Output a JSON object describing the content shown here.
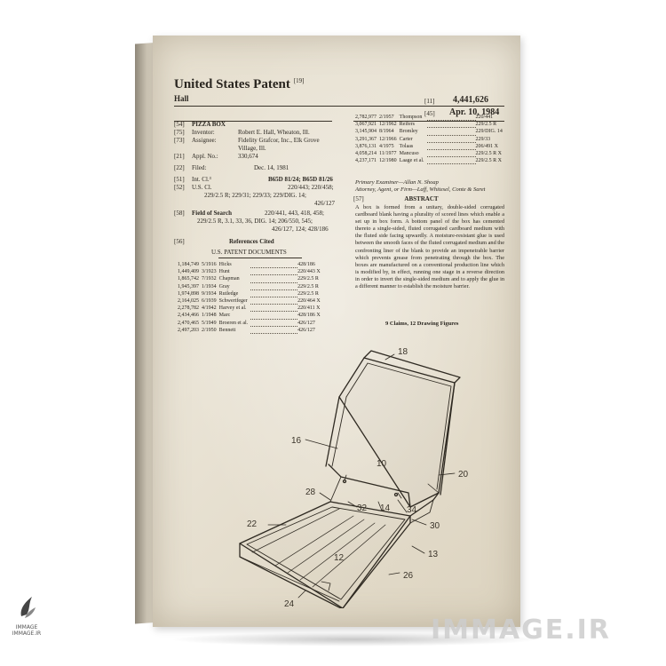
{
  "patent": {
    "title": "United States Patent",
    "title_code": "[19]",
    "inventor_surname": "Hall",
    "number_code": "[11]",
    "number": "4,441,626",
    "date_code": "[45]",
    "date": "Apr. 10, 1984",
    "fields": [
      {
        "code": "[54]",
        "label": "",
        "value": "PIZZA BOX"
      },
      {
        "code": "[75]",
        "label": "Inventor:",
        "value": "Robert E. Hall, Wheaton, Ill."
      },
      {
        "code": "[73]",
        "label": "Assignee:",
        "value": "Fidelity Grafcor, Inc., Elk Grove Village, Ill."
      },
      {
        "code": "[21]",
        "label": "Appl. No.:",
        "value": "330,674"
      },
      {
        "code": "[22]",
        "label": "Filed:",
        "value": "Dec. 14, 1981"
      }
    ],
    "int_cl_code": "[51]",
    "int_cl_label": "Int. Cl.³",
    "int_cl_value": "B65D 81/24; B65D 81/26",
    "us_cl_code": "[52]",
    "us_cl_label": "U.S. Cl.",
    "us_cl_value_1": "220/443; 220/458;",
    "us_cl_value_2": "229/2.5 R; 229/31; 229/33; 229/DIG. 14;",
    "us_cl_value_3": "426/127",
    "search_code": "[58]",
    "search_label": "Field of Search",
    "search_value_1": "220/441, 443, 418, 458;",
    "search_value_2": "229/2.5 R, 3.1, 33, 36, DIG. 14; 206/550, 545;",
    "search_value_3": "426/127, 124; 428/186",
    "refs_code": "[56]",
    "refs_title": "References Cited",
    "refs_sub": "U.S. PATENT DOCUMENTS",
    "refs_left": [
      [
        "1,184,749",
        "5/1916",
        "Hicks",
        "428/186"
      ],
      [
        "1,449,409",
        "3/1923",
        "Hunt",
        "220/443 X"
      ],
      [
        "1,865,742",
        "7/1932",
        "Chapman",
        "229/2.5 R"
      ],
      [
        "1,945,397",
        "1/1934",
        "Gray",
        "229/2.5 R"
      ],
      [
        "1,974,898",
        "9/1934",
        "Rutledge",
        "229/2.5 R"
      ],
      [
        "2,164,025",
        "6/1939",
        "Schwertfeger",
        "220/464 X"
      ],
      [
        "2,278,782",
        "4/1942",
        "Harvey et al.",
        "220/411 X"
      ],
      [
        "2,434,466",
        "1/1948",
        "Marc",
        "428/186 X"
      ],
      [
        "2,470,465",
        "5/1949",
        "Broeren et al.",
        "426/127"
      ],
      [
        "2,497,203",
        "2/1950",
        "Bennett",
        "426/127"
      ]
    ],
    "refs_right": [
      [
        "2,782,977",
        "2/1957",
        "Thompson",
        "220/441"
      ],
      [
        "3,067,921",
        "12/1962",
        "Reifers",
        "229/2.5 R"
      ],
      [
        "3,145,904",
        "8/1964",
        "Bromley",
        "229/DIG. 14"
      ],
      [
        "3,291,367",
        "12/1966",
        "Carter",
        "229/33"
      ],
      [
        "3,876,131",
        "4/1975",
        "Tolaas",
        "206/491 X"
      ],
      [
        "4,058,214",
        "11/1977",
        "Mancuso",
        "229/2.5 R X"
      ],
      [
        "4,237,171",
        "12/1980",
        "Laage et al.",
        "229/2.5 R X"
      ]
    ],
    "examiner": "Primary Examiner—Allan N. Shoap",
    "attorney": "Attorney, Agent, or Firm—Laff, Whitesel, Conte & Saret",
    "abstract_code": "[57]",
    "abstract_title": "ABSTRACT",
    "abstract_text": "A box is formed from a unitary, double-sided corrugated cardboard blank having a plurality of scored lines which enable a set up in box form. A bottom panel of the box has cemented thereto a single-sided, fluted corrugated cardboard medium with the fluted side facing upwardly. A moisture-resistant glue is used between the smooth faces of the fluted corrugated medium and the confronting liner of the blank to provide an impenetrable barrier which prevents grease from penetrating through the box. The boxes are manufactured on a conventional production line which is modified by, in effect, running one stage in a reverse direction in order to invert the single-sided medium and to apply the glue in a different manner to establish the moisture barrier.",
    "claims": "9 Claims, 12 Drawing Figures"
  },
  "drawing": {
    "labels": [
      "18",
      "16",
      "10",
      "20",
      "28",
      "32",
      "14",
      "34",
      "30",
      "22",
      "12",
      "13",
      "26",
      "24"
    ]
  },
  "watermark": {
    "text": "IMMAGE.IR",
    "logo_text_1": "IMMAGE",
    "logo_text_2": "IMMAGE.IR"
  },
  "colors": {
    "paper": "#e6dfcf",
    "ink": "#2a2620",
    "watermark": "#cdcdcd"
  }
}
